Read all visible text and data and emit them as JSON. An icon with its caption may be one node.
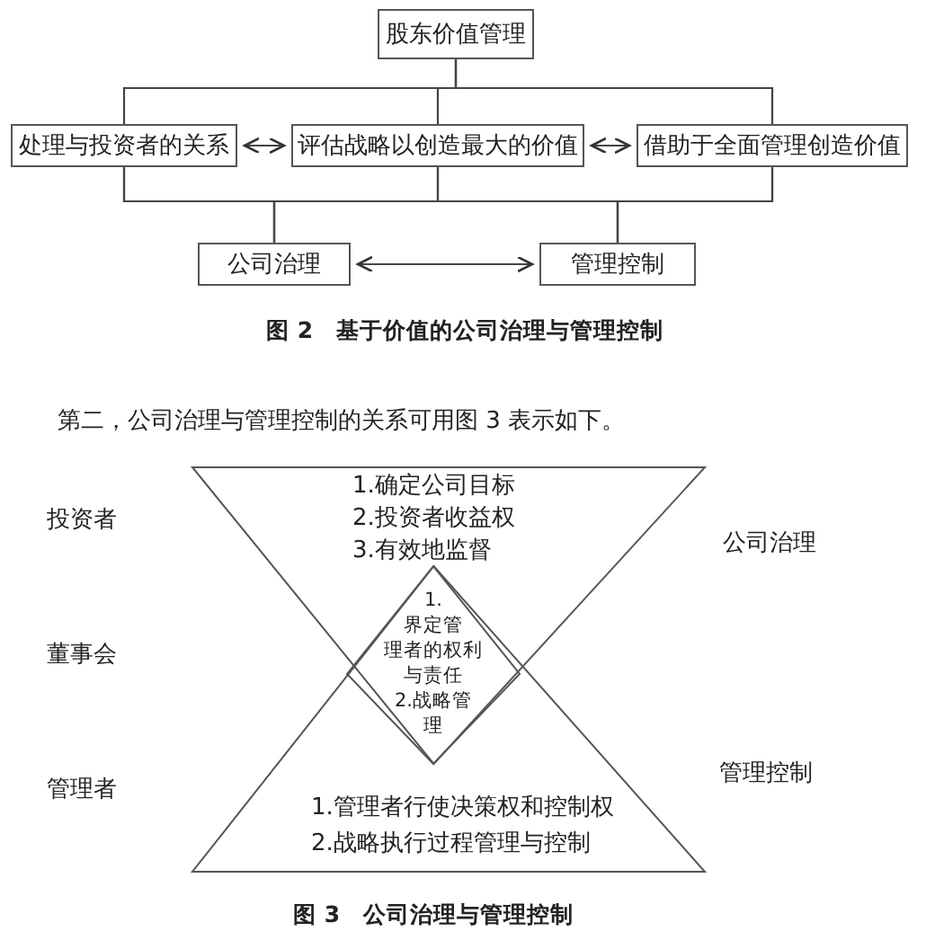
{
  "diagram": {
    "nodes": [
      {
        "text": [
          "股东价值管理"
        ]
      },
      {
        "text": [
          "处理与投资者的关系"
        ]
      },
      {
        "text": [
          "评估战略以创造最大的价值"
        ]
      },
      {
        "text": [
          "借助于全面管理创造价值"
        ]
      },
      {
        "text": [
          "公司治理"
        ]
      },
      {
        "text": [
          "管理控制"
        ]
      },
      {
        "text": [
          "1.确定公司目标",
          "2.投资者收益权",
          "3.有效地监督"
        ]
      },
      {
        "text": [
          "1. 界定管理者的权利与责任",
          "2.战略管理"
        ]
      },
      {
        "text": [
          "1.管理者行使决策权和控制权",
          "2.战略执行过程管理与控制"
        ]
      }
    ],
    "edges": [
      {
        "from": 0,
        "to": 1,
        "arrow": "none"
      },
      {
        "from": 0,
        "to": 2,
        "arrow": "none"
      },
      {
        "from": 0,
        "to": 3,
        "arrow": "none"
      },
      {
        "from": 1,
        "to": 2,
        "arrow": "both"
      },
      {
        "from": 2,
        "to": 3,
        "arrow": "both"
      },
      {
        "from": 1,
        "to": 4,
        "arrow": "none"
      },
      {
        "from": 2,
        "to": 4,
        "arrow": "none"
      },
      {
        "from": 3,
        "to": 4,
        "arrow": "none"
      },
      {
        "from": 1,
        "to": 5,
        "arrow": "none"
      },
      {
        "from": 2,
        "to": 5,
        "arrow": "none"
      },
      {
        "from": 3,
        "to": 5,
        "arrow": "none"
      },
      {
        "from": 4,
        "to": 5,
        "arrow": "both"
      }
    ],
    "labels": [
      "图 2　基于价值的公司治理与管理控制",
      "第二，公司治理与管理控制的关系可用图 3 表示如下。",
      "投资者",
      "公司治理",
      "董事会",
      "管理控制",
      "管理者",
      "图 3　公司治理与管理控制"
    ]
  }
}
